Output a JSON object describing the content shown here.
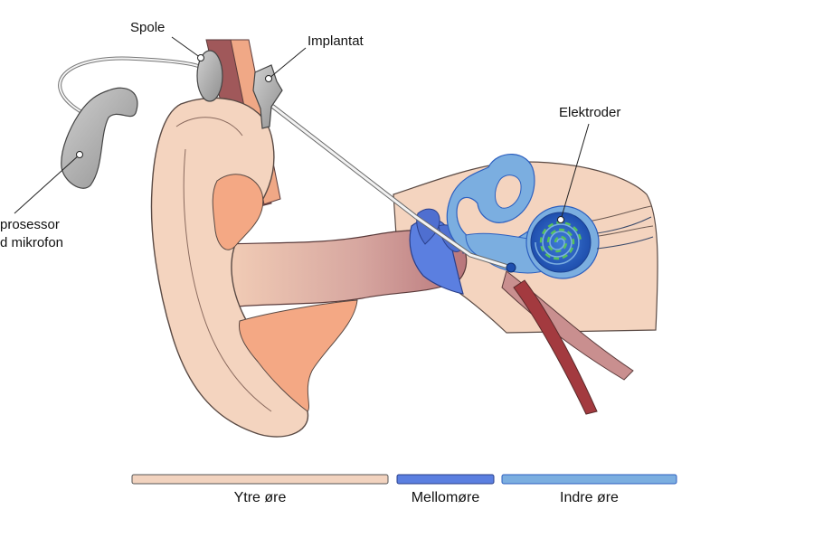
{
  "labels": {
    "spole": "Spole",
    "implantat": "Implantat",
    "elektroder": "Elektroder",
    "prosessor_line1": "prosessor",
    "prosessor_line2": "d mikrofon"
  },
  "legend": [
    {
      "label": "Ytre øre",
      "color": "#f2d3bf"
    },
    {
      "label": "Mellomøre",
      "color": "#5b7fe0"
    },
    {
      "label": "Indre øre",
      "color": "#7baee0"
    }
  ],
  "colors": {
    "outer_ear_skin": "#f4d4bf",
    "outer_ear_cartilage": "#f4a884",
    "canal": "#c98f8f",
    "middle_ear": "#5b7fe0",
    "inner_ear": "#7baee0",
    "cochlea_dark": "#2c5fbf",
    "electrode": "#56c25a",
    "device_gray": "#a8a8a8",
    "nerve": "#a33a3f"
  }
}
